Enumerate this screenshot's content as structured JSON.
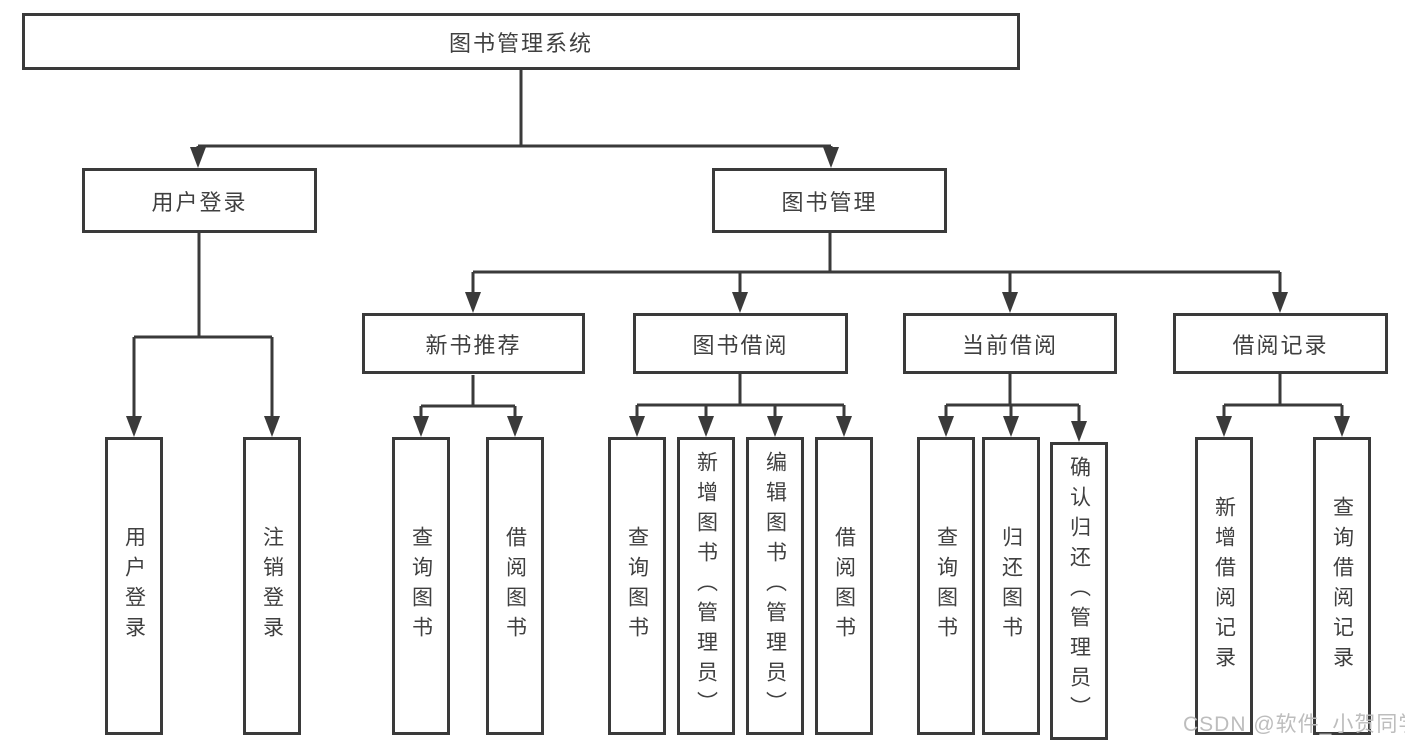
{
  "watermark": "CSDN @软件_小贺同学",
  "colors": {
    "line": "#3a3a3a",
    "text": "#404040",
    "bg": "#ffffff",
    "watermark": "#bdbdbd"
  },
  "tree": {
    "root": {
      "label": "图书管理系统",
      "children": [
        {
          "label": "用户登录",
          "children": [
            {
              "label": "用户登录"
            },
            {
              "label": "注销登录"
            }
          ]
        },
        {
          "label": "图书管理",
          "children": [
            {
              "label": "新书推荐",
              "children": [
                {
                  "label": "查询图书"
                },
                {
                  "label": "借阅图书"
                }
              ]
            },
            {
              "label": "图书借阅",
              "children": [
                {
                  "label": "查询图书"
                },
                {
                  "label": "新增图书（管理员）"
                },
                {
                  "label": "编辑图书（管理员）"
                },
                {
                  "label": "借阅图书"
                }
              ]
            },
            {
              "label": "当前借阅",
              "children": [
                {
                  "label": "查询图书"
                },
                {
                  "label": "归还图书"
                },
                {
                  "label": "确认归还（管理员）"
                }
              ]
            },
            {
              "label": "借阅记录",
              "children": [
                {
                  "label": "新增借阅记录"
                },
                {
                  "label": "查询借阅记录"
                }
              ]
            }
          ]
        }
      ]
    }
  }
}
